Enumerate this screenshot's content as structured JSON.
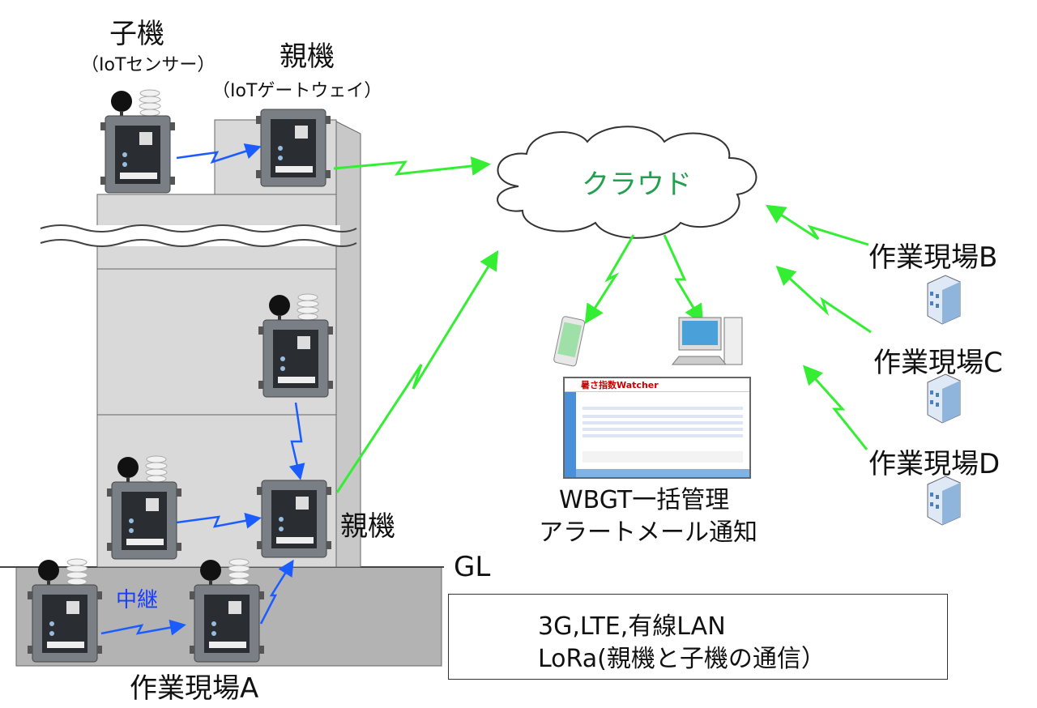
{
  "labels": {
    "child_title": "子機",
    "child_sub": "（IoTセンサー）",
    "parent_title": "親機",
    "parent_sub": "（IoTゲートウェイ）",
    "parent_lower": "親機",
    "relay": "中継",
    "site_a": "作業現場A",
    "site_b": "作業現場B",
    "site_c": "作業現場C",
    "site_d": "作業現場D",
    "gl": "GL",
    "cloud": "クラウド",
    "wbgt": "WBGT一括管理",
    "alert": "アラートメール通知",
    "device_brand": "暑さ指数Watcher",
    "app_title": "暑さ指数Watcher"
  },
  "legend": [
    {
      "label": "3G,LTE,有線LAN",
      "color": "#33ee33"
    },
    {
      "label": "LoRa(親機と子機の通信）",
      "color": "#1a5cff"
    }
  ],
  "colors": {
    "wireless": "#33ee33",
    "lora": "#1a5cff",
    "cloud_text": "#22a050",
    "relay_text": "#1a3cff",
    "building": "#d9d9d9",
    "ground": "#b3b3b3"
  }
}
